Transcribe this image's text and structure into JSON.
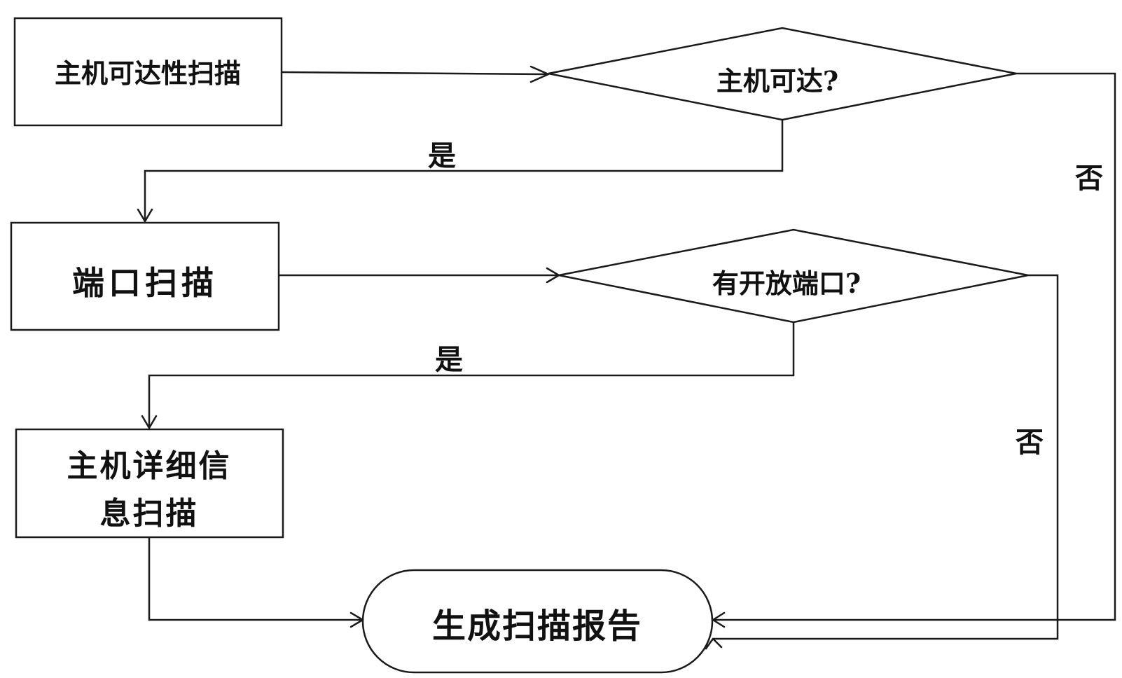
{
  "nodes": {
    "host_reach_scan": "主机可达性扫描",
    "host_reachable": "主机可达?",
    "port_scan": "端口扫描",
    "has_open_port": "有开放端口?",
    "host_detail_scan_line1": "主机详细信",
    "host_detail_scan_line2": "息扫描",
    "generate_report": "生成扫描报告"
  },
  "edge_labels": {
    "yes_1": "是",
    "no_1": "否",
    "yes_2": "是",
    "no_2": "否"
  }
}
